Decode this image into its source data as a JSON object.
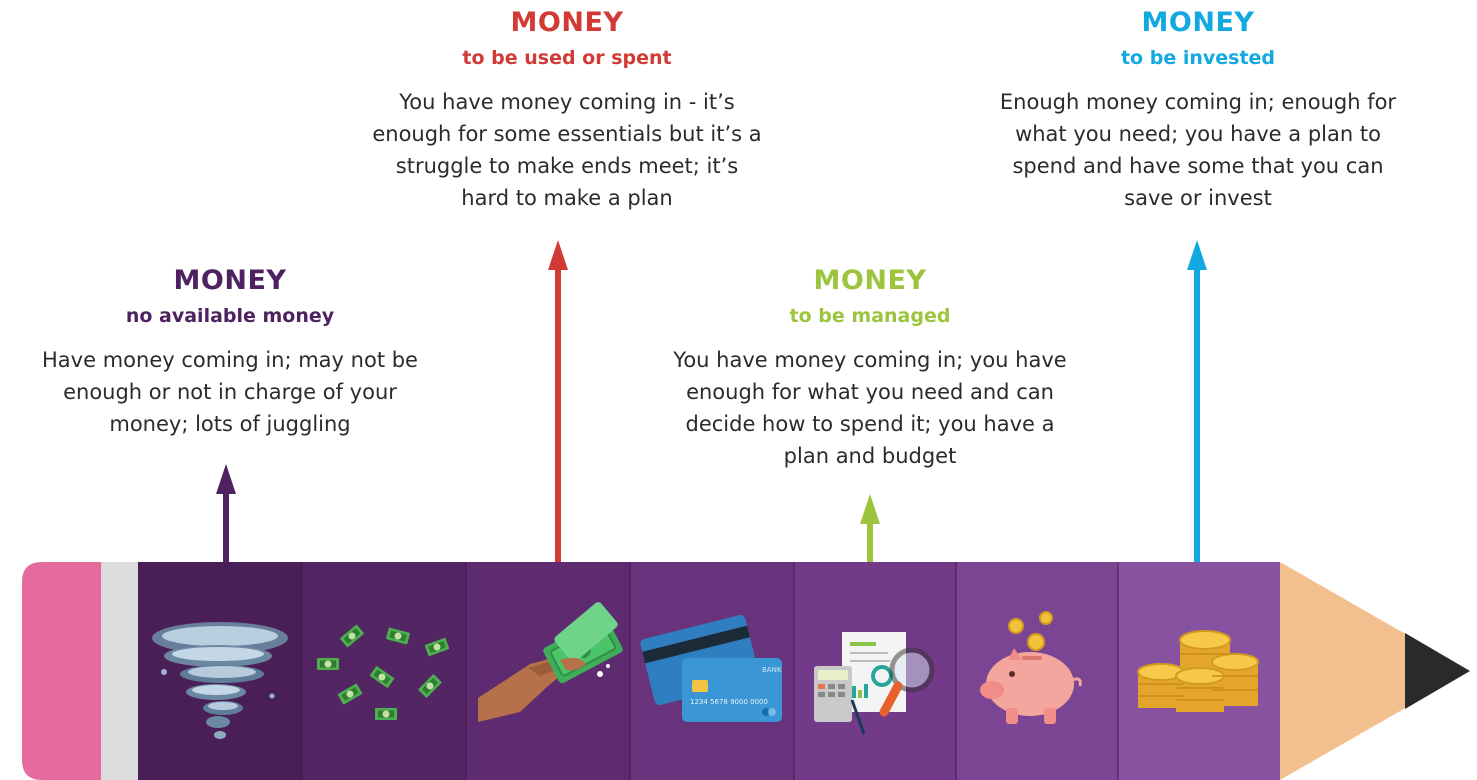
{
  "levels": [
    {
      "title": "MONEY",
      "subtitle": "no available money",
      "description": "Have money coming in; may not be enough or not in charge of your money; lots of juggling",
      "color": "#4e2260"
    },
    {
      "title": "MONEY",
      "subtitle": "to be used or spent",
      "description": "You have money coming in - it’s enough for some essentials but it’s a struggle to make ends meet; it’s hard to make a plan",
      "color": "#d23a36"
    },
    {
      "title": "MONEY",
      "subtitle": "to be managed",
      "description": "You have money coming in; you have enough for what you need and can decide how to spend it; you have a plan and budget",
      "color": "#9cc43d"
    },
    {
      "title": "MONEY",
      "subtitle": "to be invested",
      "description": "Enough money coming in; enough for what you need; you have a plan to spend and have some that you can save or invest",
      "color": "#12a9e1"
    }
  ],
  "pencil_segments": [
    {
      "icon": "tornado-icon",
      "color": "#4a1f57"
    },
    {
      "icon": "scattered-bills-icon",
      "color": "#542563"
    },
    {
      "icon": "hand-holding-cash-icon",
      "color": "#5e2a70"
    },
    {
      "icon": "credit-cards-icon",
      "color": "#68327c"
    },
    {
      "icon": "budget-analysis-icon",
      "color": "#723a88"
    },
    {
      "icon": "piggy-bank-icon",
      "color": "#7c4594"
    },
    {
      "icon": "coin-stacks-icon",
      "color": "#8753a0"
    }
  ],
  "credit_card": {
    "bank_label": "BANK",
    "number": "1234 5678 9000 0000"
  },
  "pencil_colors": {
    "eraser": "#e56b9e",
    "ferrule": "#dcdcdc",
    "wood": "#f2c08e",
    "lead": "#2a2a2a"
  }
}
